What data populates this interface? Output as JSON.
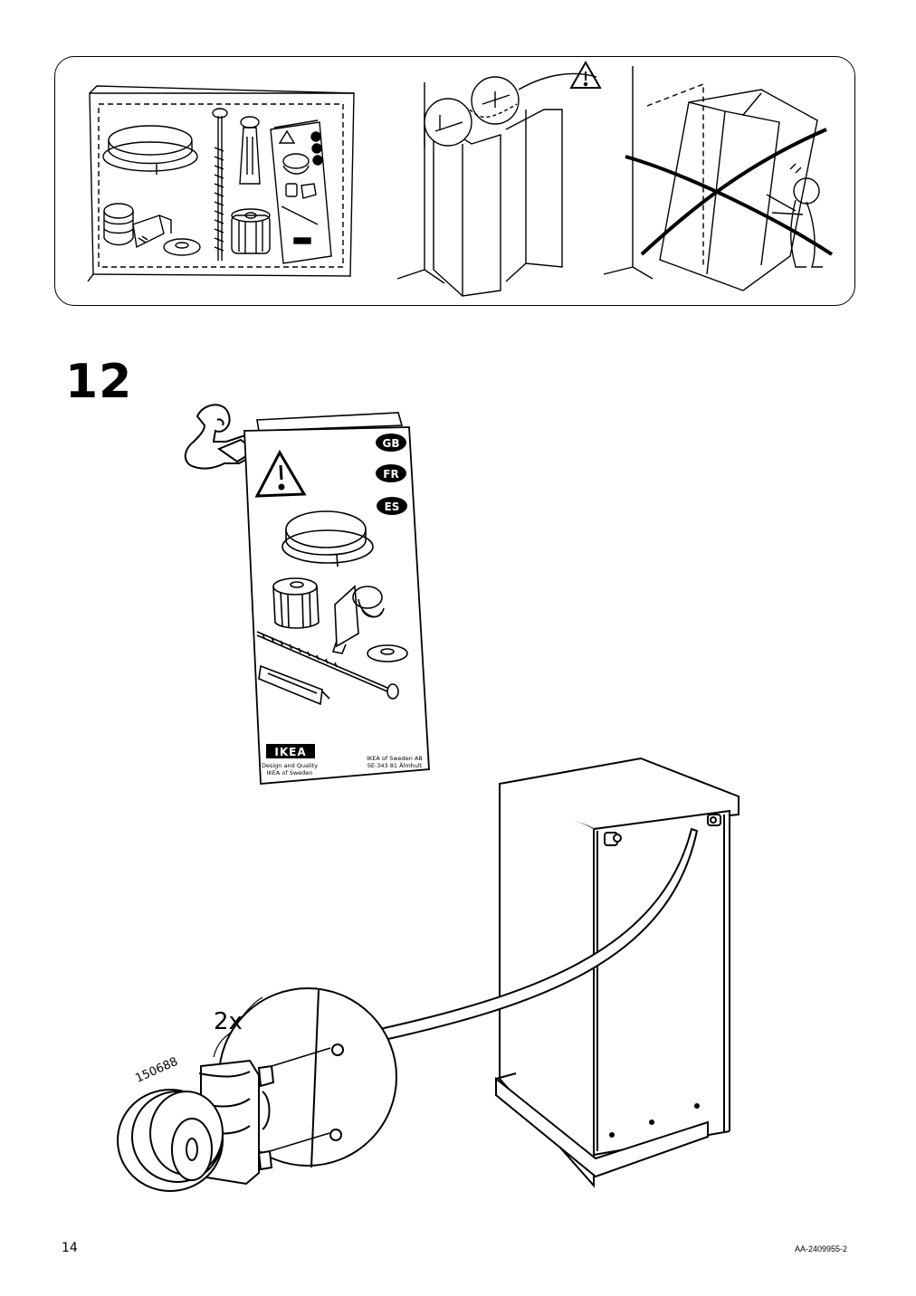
{
  "step": {
    "number": "12",
    "quantity": "2x",
    "part_number": "150688"
  },
  "booklet": {
    "languages": [
      "GB",
      "FR",
      "ES"
    ],
    "brand": "IKEA",
    "design_line1": "Design and Quality",
    "design_line2": "IKEA of Sweden",
    "address_line1": "IKEA of Sweden AB",
    "address_line2": "SE-343 81 Älmhult"
  },
  "footer": {
    "page_number": "14",
    "doc_code": "AA-2409955-2"
  },
  "icons": [
    "warning-icon",
    "instruction-reader-icon"
  ]
}
